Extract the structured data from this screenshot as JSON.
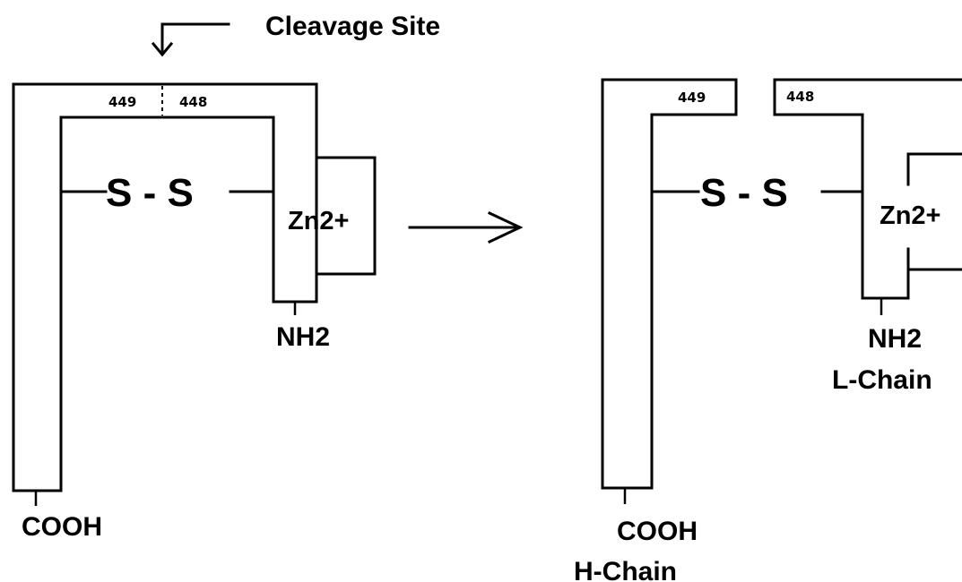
{
  "title": "Cleavage Site",
  "before": {
    "residue_left": "449",
    "residue_right": "448",
    "disulfide": "S - S",
    "cofactor": "Zn2+",
    "n_terminus": "NH2",
    "c_terminus": "COOH"
  },
  "after": {
    "heavy": {
      "residue": "449",
      "c_terminus": "COOH",
      "label": "H-Chain"
    },
    "light": {
      "residue": "448",
      "n_terminus": "NH2",
      "label": "L-Chain",
      "cofactor": "Zn2+"
    },
    "disulfide": "S - S"
  }
}
